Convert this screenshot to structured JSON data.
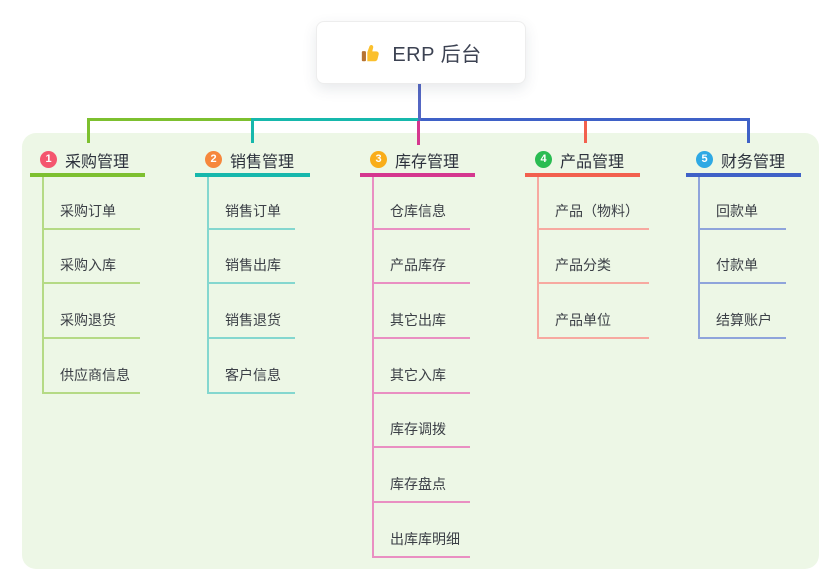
{
  "root": {
    "icon": "thumbs-up-icon",
    "label": "ERP 后台"
  },
  "panel_bg": "#edf7e6",
  "connectors": {
    "stub_color": "#5467c3"
  },
  "branches": [
    {
      "badge": "1",
      "label": "采购管理",
      "badge_color": "#f4566e",
      "line_color": "#7dc02f",
      "child_line_color": "#b5da85",
      "children": [
        "采购订单",
        "采购入库",
        "采购退货",
        "供应商信息"
      ]
    },
    {
      "badge": "2",
      "label": "销售管理",
      "badge_color": "#f6873c",
      "line_color": "#16b8ac",
      "child_line_color": "#84d7cf",
      "children": [
        "销售订单",
        "销售出库",
        "销售退货",
        "客户信息"
      ]
    },
    {
      "badge": "3",
      "label": "库存管理",
      "badge_color": "#f9ad19",
      "line_color": "#d5378f",
      "child_line_color": "#e98fc2",
      "children": [
        "仓库信息",
        "产品库存",
        "其它出库",
        "其它入库",
        "库存调拨",
        "库存盘点",
        "出库库明细"
      ]
    },
    {
      "badge": "4",
      "label": "产品管理",
      "badge_color": "#2abc52",
      "line_color": "#f2604e",
      "child_line_color": "#f7a9a0",
      "children": [
        "产品（物料）",
        "产品分类",
        "产品单位"
      ]
    },
    {
      "badge": "5",
      "label": "财务管理",
      "badge_color": "#2ea9e4",
      "line_color": "#3f61c7",
      "child_line_color": "#8fa4db",
      "children": [
        "回款单",
        "付款单",
        "结算账户"
      ]
    }
  ]
}
